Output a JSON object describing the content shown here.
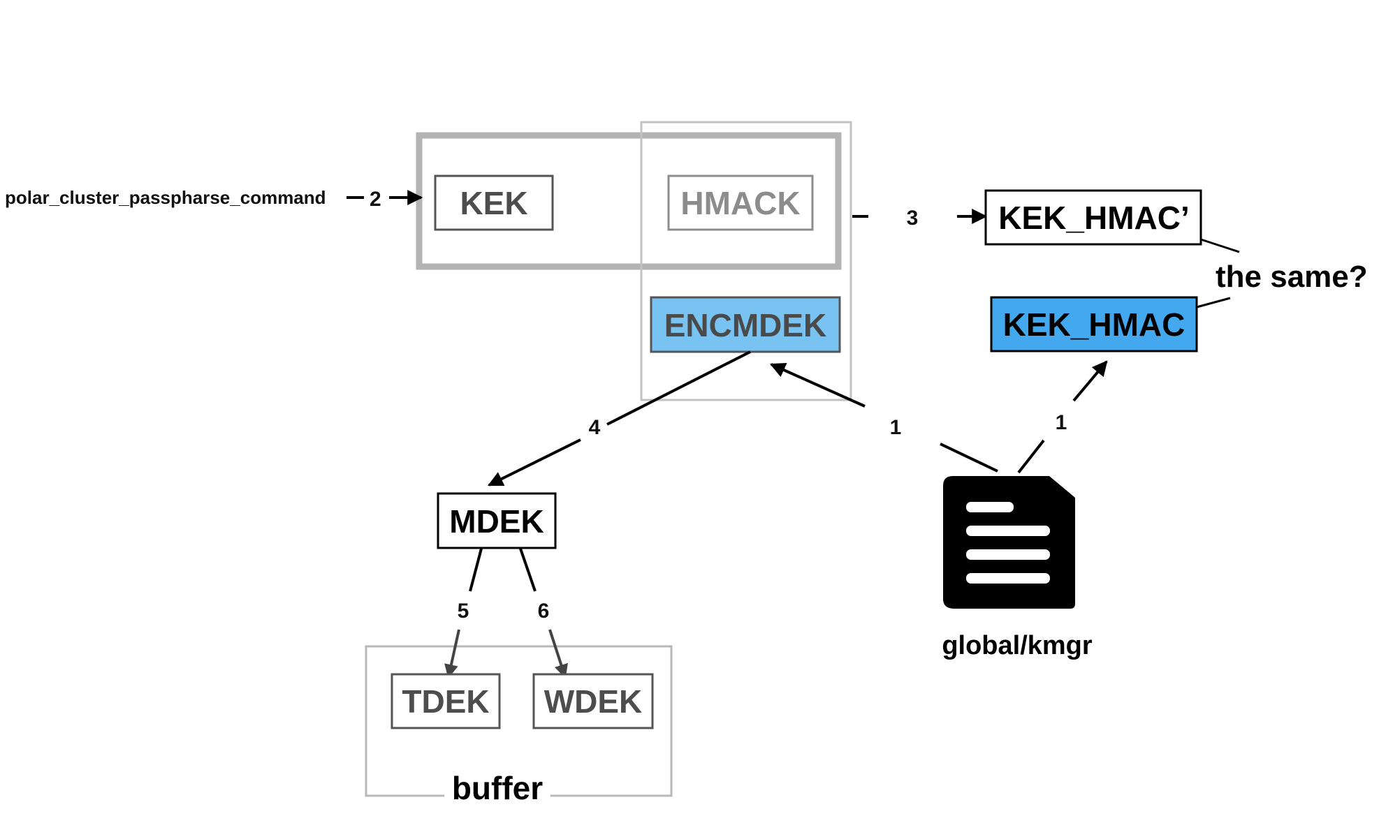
{
  "labels": {
    "command": "polar_cluster_passpharse_command",
    "kek": "KEK",
    "hmack": "HMACK",
    "encmdek": "ENCMDEK",
    "kek_hmac_prime": "KEK_HMAC’",
    "kek_hmac": "KEK_HMAC",
    "the_same": "the same?",
    "mdek": "MDEK",
    "tdek": "TDEK",
    "wdek": "WDEK",
    "buffer": "buffer",
    "file": "global/kmgr"
  },
  "steps": {
    "s1a": "1",
    "s1b": "1",
    "s2": "2",
    "s3": "3",
    "s4": "4",
    "s5": "5",
    "s6": "6"
  },
  "colors": {
    "blue_light": "#79c3f2",
    "blue": "#43a8ee",
    "grey_dark": "#555555",
    "grey_mid": "#8c8c8c",
    "grey_light": "#b8b8b8",
    "black": "#000000"
  },
  "icons": {
    "file": "document-icon"
  }
}
